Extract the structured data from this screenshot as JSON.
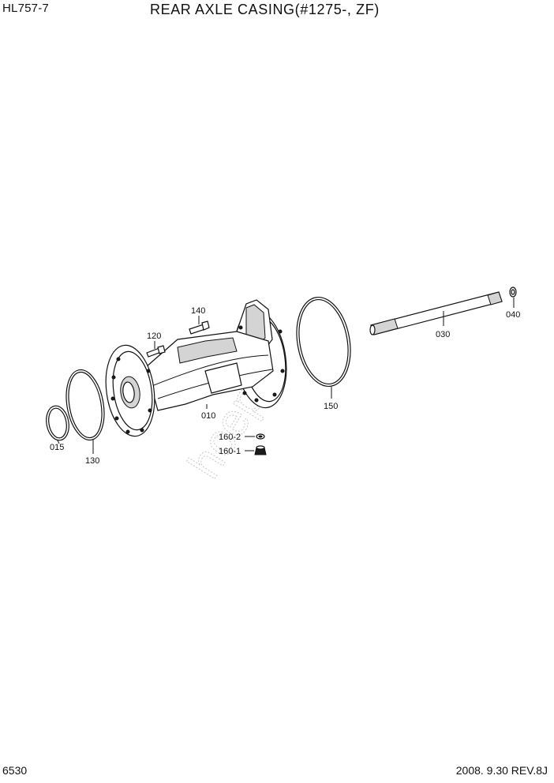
{
  "header": {
    "model": "HL757-7",
    "title": "REAR AXLE CASING(#1275-, ZF)"
  },
  "footer": {
    "page_number": "6530",
    "revision": "2008. 9.30  REV.8J"
  },
  "watermark": "hcepts",
  "parts": {
    "p010": "010",
    "p015": "015",
    "p030": "030",
    "p040": "040",
    "p120": "120",
    "p130": "130",
    "p140": "140",
    "p150": "150",
    "p160_1": "160-1",
    "p160_2": "160-2"
  }
}
